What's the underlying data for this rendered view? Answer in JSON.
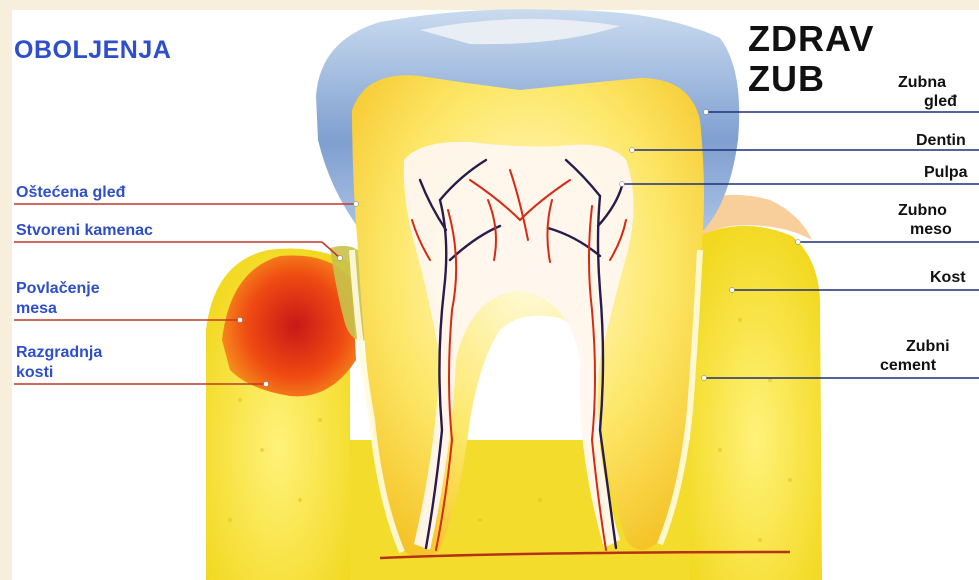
{
  "left_title": "OBOLJENJA",
  "right_title": {
    "line1": "ZDRAV",
    "line2": "ZUB"
  },
  "left_labels": [
    {
      "key": "ostecena",
      "text": "Oštećena gleđ"
    },
    {
      "key": "kamenac",
      "text": "Stvoreni kamenac"
    },
    {
      "key": "povlacenje_1",
      "text": "Povlačenje"
    },
    {
      "key": "povlacenje_2",
      "text": "mesa"
    },
    {
      "key": "razgradnja_1",
      "text": "Razgradnja"
    },
    {
      "key": "razgradnja_2",
      "text": "kosti"
    }
  ],
  "right_labels": [
    {
      "key": "gled_1",
      "text": "Zubna"
    },
    {
      "key": "gled_2",
      "text": "gleđ"
    },
    {
      "key": "dentin",
      "text": "Dentin"
    },
    {
      "key": "pulpa",
      "text": "Pulpa"
    },
    {
      "key": "meso_1",
      "text": "Zubno"
    },
    {
      "key": "meso_2",
      "text": "meso"
    },
    {
      "key": "kost",
      "text": "Kost"
    },
    {
      "key": "cement_1",
      "text": "Zubni"
    },
    {
      "key": "cement_2",
      "text": "cement"
    }
  ],
  "colors": {
    "left_text": "#2e4fc9",
    "right_text": "#111111",
    "left_leader": "#c0392b",
    "right_leader": "#1e2e7a",
    "enamel": "#8fb0d8",
    "dentin": "#fbe34a",
    "bone": "#f6ea5a",
    "gum_disease": "#e83a12",
    "pulp_nerve": "#2a1b4a",
    "pulp_artery": "#d62a12"
  }
}
